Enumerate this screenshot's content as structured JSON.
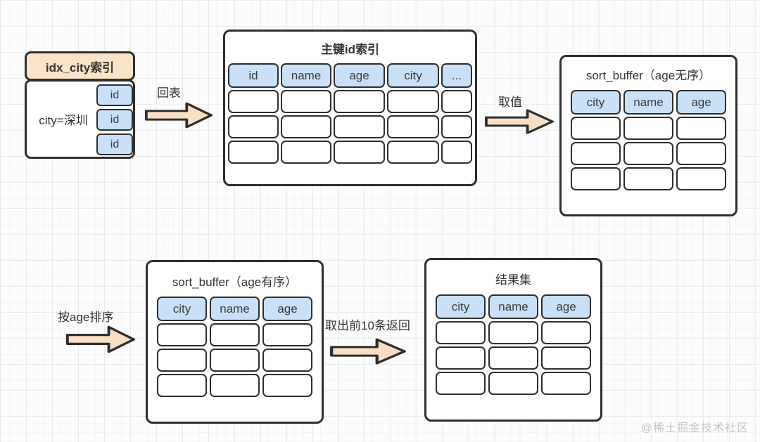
{
  "colors": {
    "peach_header": "#fae3c6",
    "blue_cell": "#c9e1f8",
    "arrow_fill": "#f8dfc3",
    "stroke": "#2e2e2e",
    "watermark_gray": "#c6c6c6"
  },
  "idx_city": {
    "title": "idx_city索引",
    "key": "city=深圳",
    "ids": [
      "id",
      "id",
      "id"
    ]
  },
  "primary_index": {
    "title": "主键id索引",
    "headers": [
      "id",
      "name",
      "age",
      "city",
      "..."
    ],
    "empty_rows": 3
  },
  "sort_buffer_unordered": {
    "title": "sort_buffer（age无序）",
    "headers": [
      "city",
      "name",
      "age"
    ],
    "empty_rows": 3
  },
  "sort_buffer_ordered": {
    "title": "sort_buffer（age有序）",
    "headers": [
      "city",
      "name",
      "age"
    ],
    "empty_rows": 3
  },
  "result_set": {
    "title": "结果集",
    "headers": [
      "city",
      "name",
      "age"
    ],
    "empty_rows": 3
  },
  "arrows": {
    "back_to_table": "回表",
    "fetch_values": "取值",
    "sort_by_age": "按age排序",
    "return_top10": "取出前10条返回"
  },
  "watermark": "@稀土掘金技术社区"
}
